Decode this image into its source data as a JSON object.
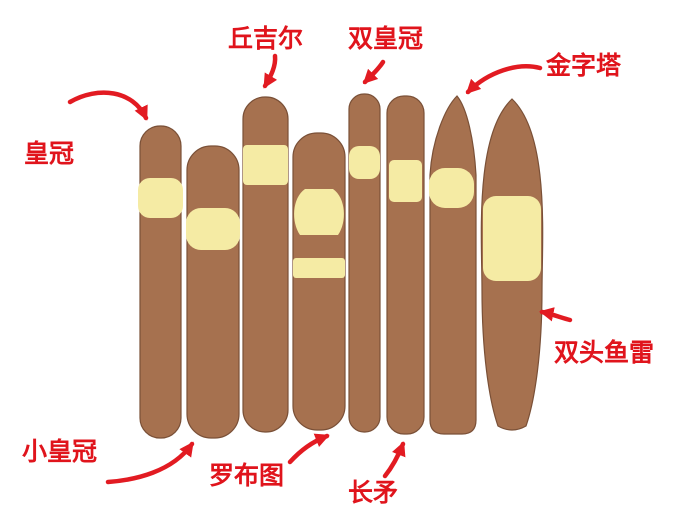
{
  "labels": {
    "corona": "皇冠",
    "churchill": "丘吉尔",
    "double_corona": "双皇冠",
    "pyramid": "金字塔",
    "petit_corona": "小皇冠",
    "robusto": "罗布图",
    "lancero": "长矛",
    "perfecto": "双头鱼雷"
  },
  "colors": {
    "cigar_body": "#A6714F",
    "cigar_outline": "#7A5037",
    "band": "#F5EBA4",
    "label_text": "#E0141C",
    "arrow": "#E21B22",
    "background": "#FFFFFF"
  }
}
